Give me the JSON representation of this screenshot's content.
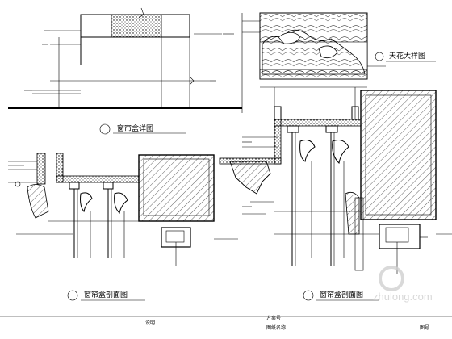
{
  "captions": {
    "top_left": "窗帘盒详图",
    "top_right": "天花大样图",
    "bottom_left": "窗帘盒剖面图",
    "bottom_right": "窗帘盒剖面图"
  },
  "footer": {
    "left": "说明",
    "mid": "方案号",
    "mid2": "图纸名称",
    "right": "图号"
  },
  "watermark": "zhulong.com",
  "icons": {
    "hatch": "diagonal-hatch-pattern",
    "watermark_logo": "zhulong-gear-logo"
  }
}
